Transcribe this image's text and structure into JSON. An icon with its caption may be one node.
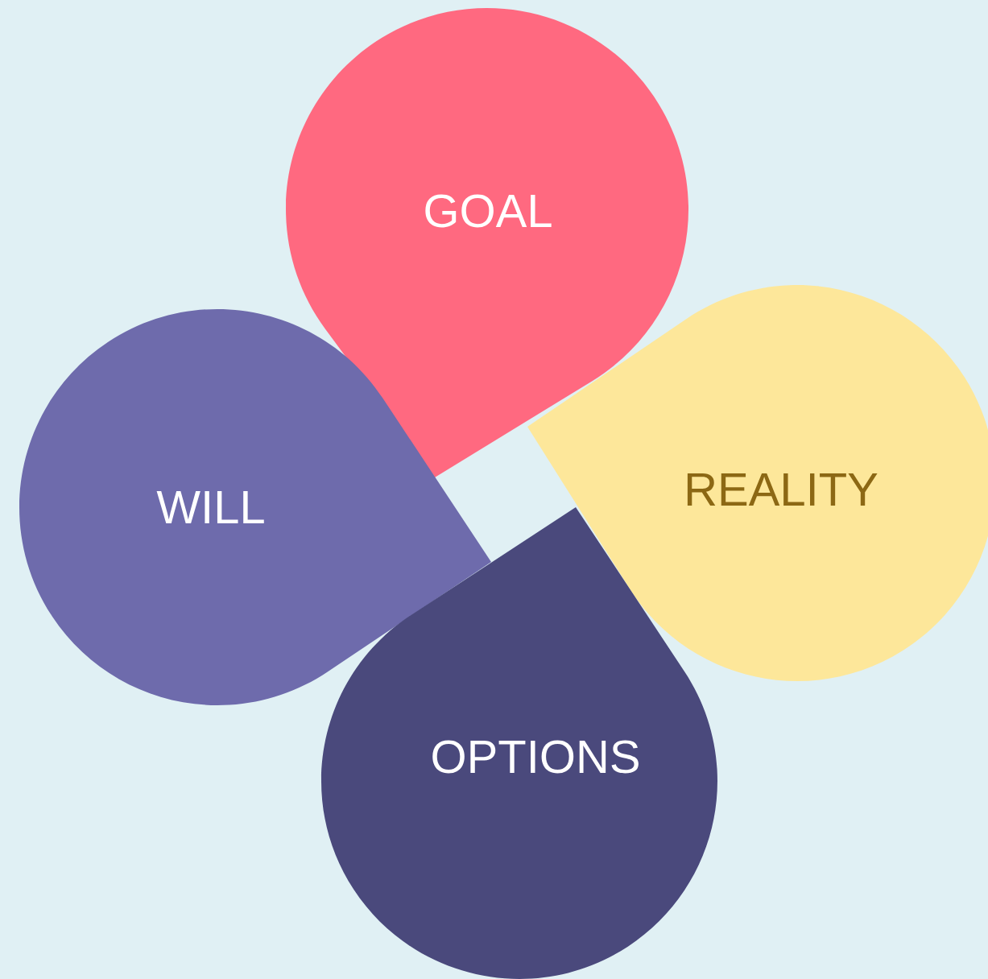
{
  "diagram": {
    "nodes": [
      {
        "text": [
          "GOAL"
        ]
      },
      {
        "text": [
          "REALITY"
        ]
      },
      {
        "text": [
          "OPTIONS"
        ]
      },
      {
        "text": [
          "WILL"
        ]
      }
    ]
  }
}
